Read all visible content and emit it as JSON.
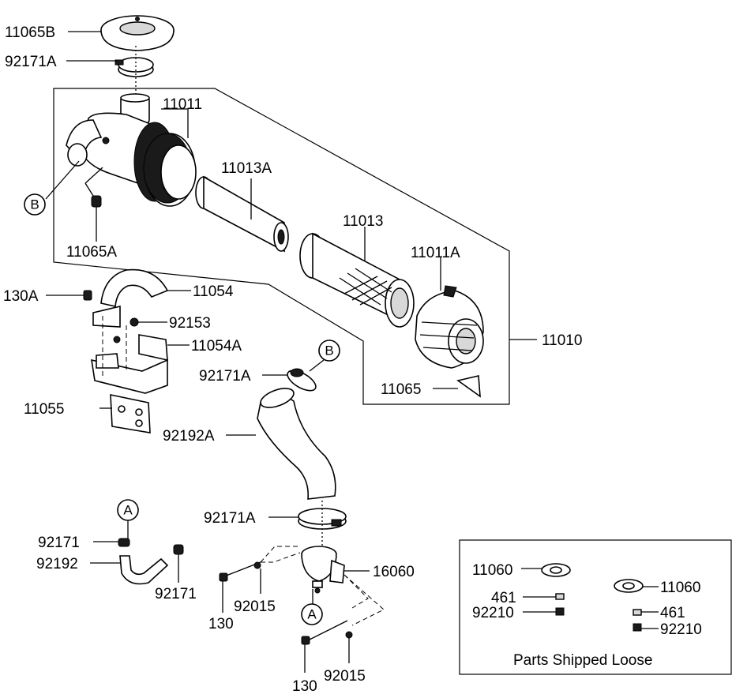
{
  "diagram": {
    "callouts": {
      "c_11065B": "11065B",
      "c_92171A_top": "92171A",
      "c_11011": "11011",
      "c_11013A": "11013A",
      "c_11065A": "11065A",
      "c_11013": "11013",
      "c_11011A": "11011A",
      "c_130A": "130A",
      "c_11054": "11054",
      "c_92153": "92153",
      "c_11054A": "11054A",
      "c_11010": "11010",
      "c_92171A_mid": "92171A",
      "c_11065": "11065",
      "c_11055": "11055",
      "c_92192A": "92192A",
      "c_92171A_low": "92171A",
      "c_92171_left": "92171",
      "c_92192": "92192",
      "c_92171_right": "92171",
      "c_16060": "16060",
      "c_130_a": "130",
      "c_92015_a": "92015",
      "c_130_b": "130",
      "c_92015_b": "92015"
    },
    "refs": {
      "B_left": "B",
      "B_mid": "B",
      "A_left": "A",
      "A_low": "A"
    },
    "loose_box": {
      "title": "Parts Shipped Loose",
      "c_11060_a": "11060",
      "c_461_a": "461",
      "c_92210_a": "92210",
      "c_11060_b": "11060",
      "c_461_b": "461",
      "c_92210_b": "92210"
    }
  }
}
